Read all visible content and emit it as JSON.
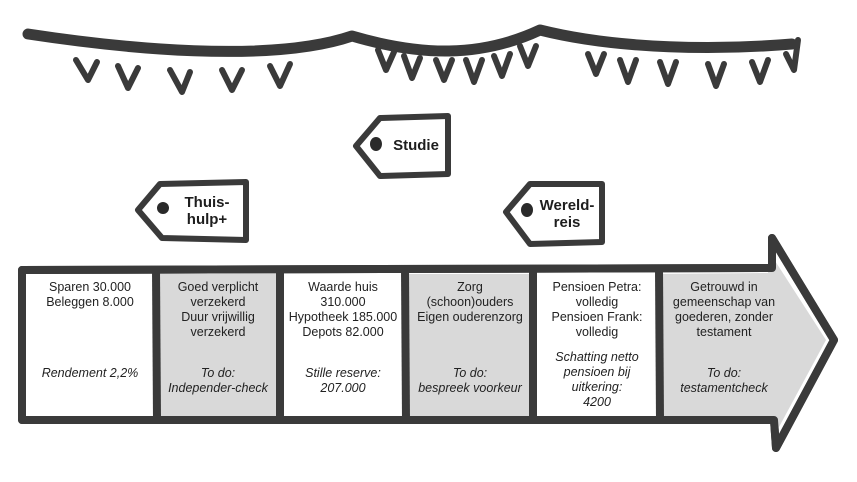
{
  "tags": {
    "thuishulp": [
      "Thuis-",
      "hulp+"
    ],
    "studie": [
      "Studie"
    ],
    "wereldreis": [
      "Wereld-",
      "reis"
    ]
  },
  "columns": [
    {
      "main": [
        "Sparen 30.000",
        "Beleggen 8.000"
      ],
      "note": [
        "Rendement 2,2%"
      ],
      "shaded": false
    },
    {
      "main": [
        "Goed verplicht",
        "verzekerd",
        "Duur vrijwillig",
        "verzekerd"
      ],
      "note": [
        "To do:",
        "Independer-check"
      ],
      "shaded": true
    },
    {
      "main": [
        "Waarde huis",
        "310.000",
        "Hypotheek 185.000",
        "Depots 82.000"
      ],
      "note": [
        "Stille reserve:",
        "207.000"
      ],
      "shaded": false
    },
    {
      "main": [
        "Zorg",
        "(schoon)ouders",
        "Eigen ouderenzorg"
      ],
      "note": [
        "To do:",
        "bespreek voorkeur"
      ],
      "shaded": true
    },
    {
      "main": [
        "Pensioen Petra:",
        "volledig",
        "Pensioen Frank:",
        "volledig"
      ],
      "note": [
        "Schatting netto",
        "pensioen bij",
        "uitkering:",
        "4200"
      ],
      "shaded": false
    },
    {
      "main": [
        "Getrouwd in",
        "gemeenschap van",
        "goederen, zonder",
        "testament"
      ],
      "note": [
        "To do:",
        "testamentcheck"
      ],
      "shaded": true
    }
  ],
  "colors": {
    "ink": "#3a3a3a",
    "shade": "#d9d9d9",
    "paper": "#ffffff"
  }
}
